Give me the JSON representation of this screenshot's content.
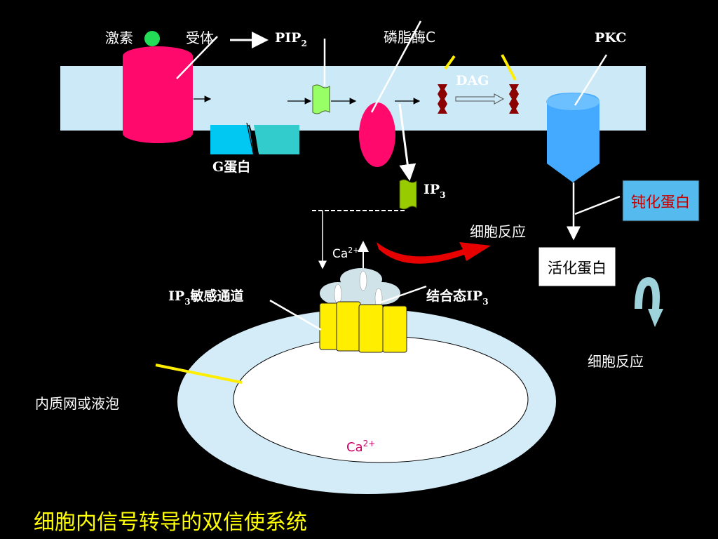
{
  "labels": {
    "hormone": "激素",
    "receptor": "受体",
    "pip2_main": "PIP",
    "pip2_sub": "2",
    "plc": "磷脂酶C",
    "pkc": "PKC",
    "dag": "DAG",
    "g_protein": "G蛋白",
    "ip3_main": "IP",
    "ip3_sub": "3",
    "inactive_protein": "钝化蛋白",
    "cell_response_1": "细胞反应",
    "ca_main": "Ca",
    "ca_sup": "2+",
    "active_protein": "活化蛋白",
    "ip3_channel_main": "IP",
    "ip3_channel_sub": "3",
    "ip3_channel_rest": "敏感通道",
    "bound_ip3_prefix": "结合态IP",
    "bound_ip3_sub": "3",
    "cell_response_2": "细胞反应",
    "er": "内质网或液泡",
    "ca_lumen_main": "Ca",
    "ca_lumen_sup": "2+",
    "title": "细胞内信号转导的双信使系统"
  },
  "colors": {
    "background": "#000000",
    "membrane": "#cce9f7",
    "receptor": "#ff0a6c",
    "hormone": "#22dd55",
    "g_protein_left": "#00c8f2",
    "g_protein_right": "#33cccc",
    "pip2": "#99ff66",
    "plc": "#ff0a6c",
    "dag": "#8b0000",
    "pkc": "#44aaff",
    "ip3": "#99cc00",
    "inactive_box": "#55bbee",
    "inactive_text": "#c00000",
    "channel": "#ffee00",
    "channel_top": "#cfe3e8",
    "er_outer": "#d4ecf8",
    "ca_lumen": "#cc0066",
    "arrow_red": "#e60000",
    "title": "#ffff00"
  }
}
